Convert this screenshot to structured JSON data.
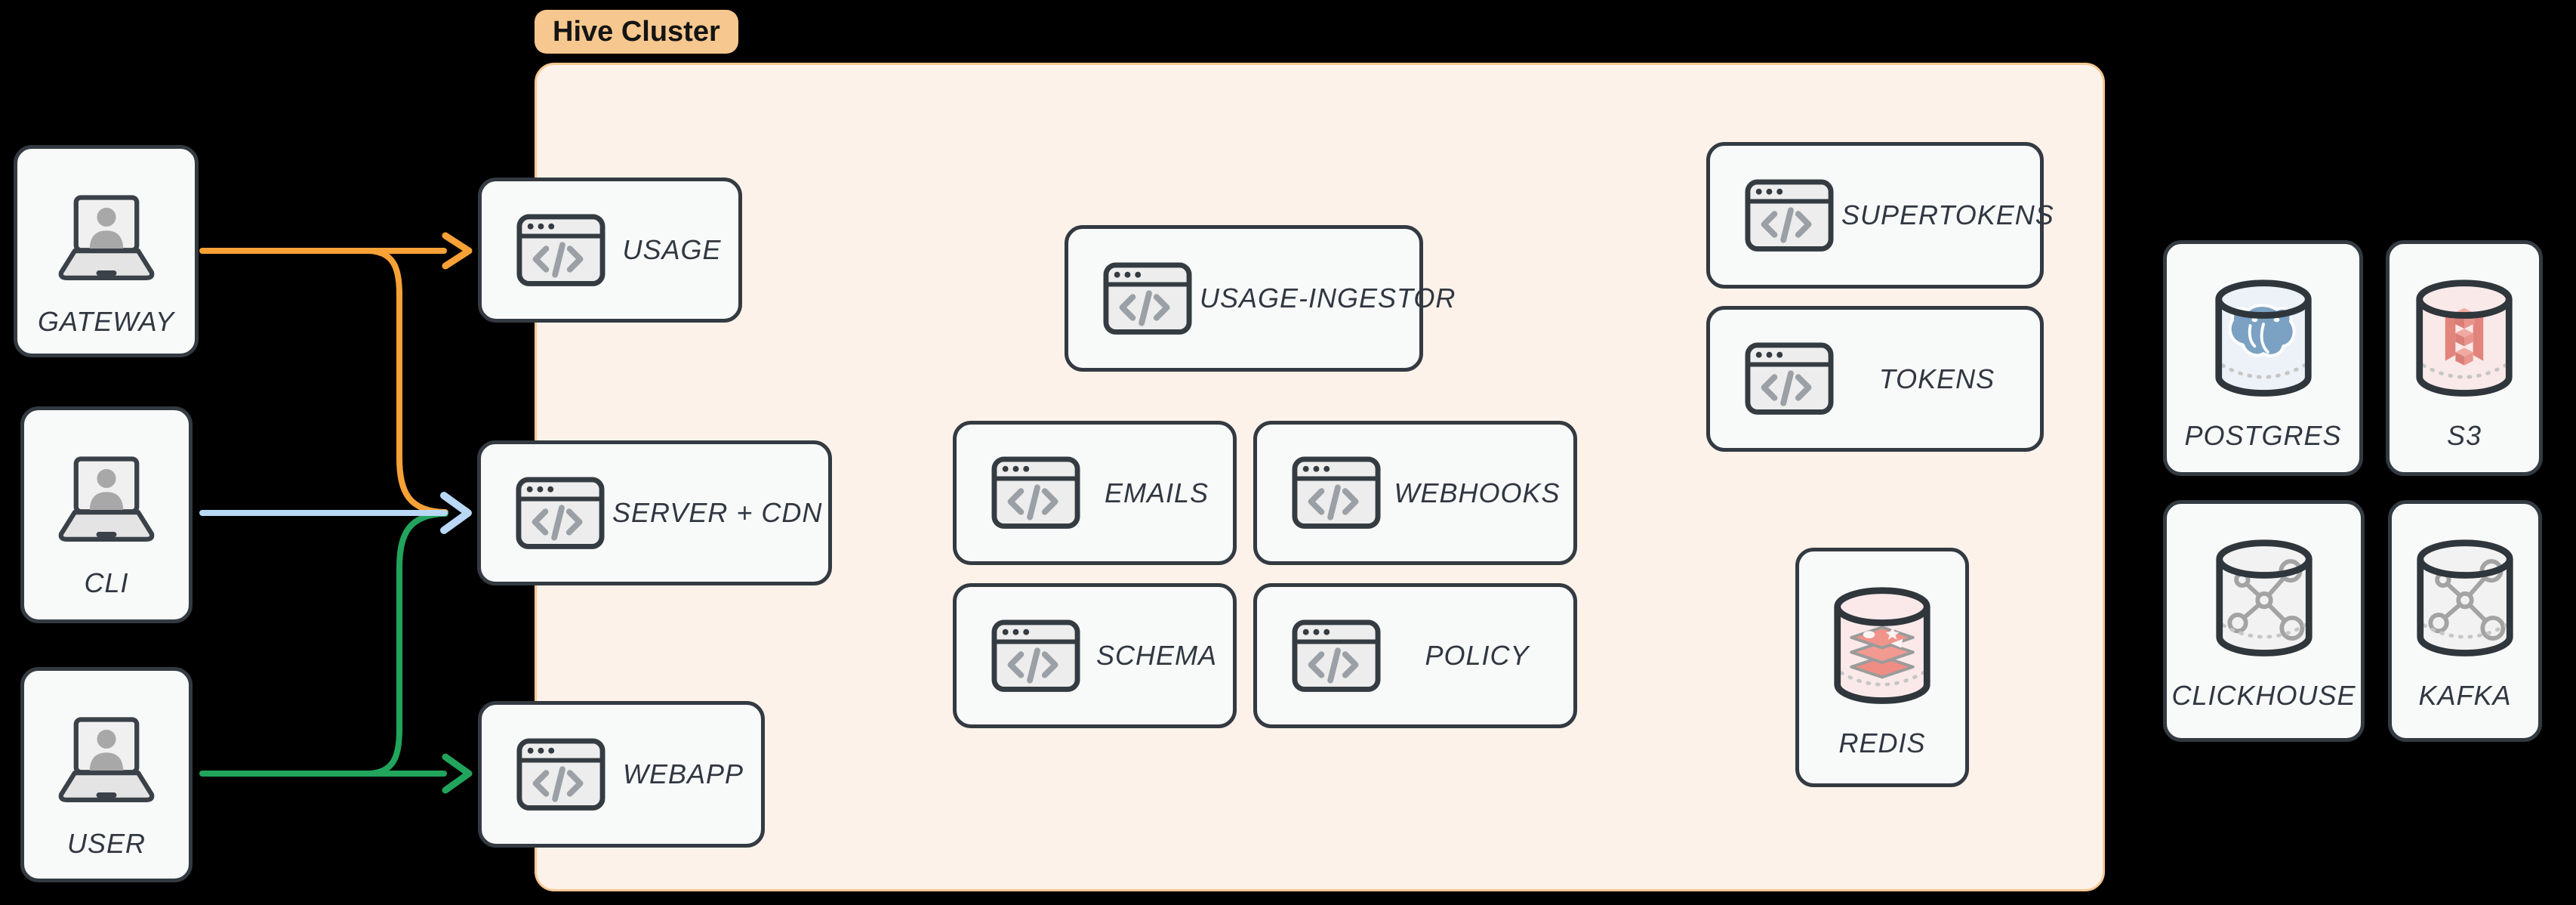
{
  "cluster": {
    "label": "Hive Cluster",
    "fill": "#fdf2e9",
    "border_color": "#f7c894",
    "label_bg": "#f6c78e",
    "label_text_color": "#141414"
  },
  "nodes": {
    "gateway": {
      "label": "GATEWAY",
      "icon": "laptop-user"
    },
    "cli": {
      "label": "CLI",
      "icon": "laptop-user"
    },
    "user": {
      "label": "USER",
      "icon": "laptop-user"
    },
    "usage": {
      "label": "USAGE",
      "icon": "code-window"
    },
    "server_cdn": {
      "label": "SERVER + CDN",
      "icon": "code-window"
    },
    "webapp": {
      "label": "WEBAPP",
      "icon": "code-window"
    },
    "usage_ingestor": {
      "label": "USAGE-INGESTOR",
      "icon": "code-window"
    },
    "emails": {
      "label": "EMAILS",
      "icon": "code-window"
    },
    "webhooks": {
      "label": "WEBHOOKS",
      "icon": "code-window"
    },
    "schema": {
      "label": "SCHEMA",
      "icon": "code-window"
    },
    "policy": {
      "label": "POLICY",
      "icon": "code-window"
    },
    "supertokens": {
      "label": "SUPERTOKENS",
      "icon": "code-window"
    },
    "tokens": {
      "label": "TOKENS",
      "icon": "code-window"
    },
    "redis": {
      "label": "REDIS",
      "icon": "redis-database"
    },
    "postgres": {
      "label": "POSTGRES",
      "icon": "postgres-database"
    },
    "s3": {
      "label": "S3",
      "icon": "s3-database"
    },
    "clickhouse": {
      "label": "CLICKHOUSE",
      "icon": "clickhouse-database"
    },
    "kafka": {
      "label": "KAFKA",
      "icon": "kafka-database"
    }
  },
  "edges": [
    {
      "from": "gateway",
      "to": "usage",
      "color": "#F7A136"
    },
    {
      "from": "gateway",
      "to": "server_cdn",
      "color": "#F7A136"
    },
    {
      "from": "cli",
      "to": "server_cdn",
      "color": "#B8D8F6"
    },
    {
      "from": "user",
      "to": "server_cdn",
      "color": "#21A45C"
    },
    {
      "from": "user",
      "to": "webapp",
      "color": "#21A45C"
    }
  ],
  "colors": {
    "background": "#000000",
    "node_fill": "#f8f9f9",
    "node_border": "#333a41",
    "label_text": "#303741",
    "icon_dark": "#343b41",
    "icon_code_gray": "#9aa0a5",
    "cylinder_outline": "#2f363c",
    "redis_tint": "#fbe9ea",
    "postgres_tint": "#edf1f8",
    "s3_tint": "#fae9e9",
    "clickhouse_tint": "#f2f2f2",
    "kafka_tint": "#f2f2f2",
    "redis_logo": "#ef8d84",
    "postgres_logo": "#7ba2c3",
    "s3_logo": "#e2847c",
    "molecule_gray": "#a3a3a3"
  }
}
